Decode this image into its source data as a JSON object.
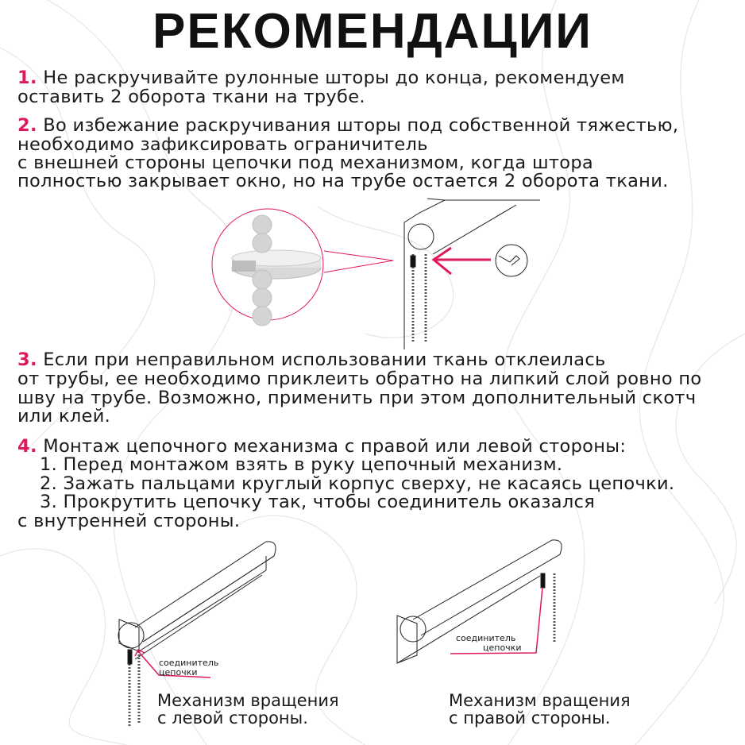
{
  "title": "РЕКОМЕНДАЦИИ",
  "items": [
    {
      "num": "1.",
      "lines": [
        "Не раскручивайте рулонные шторы до конца, рекомендуем",
        "оставить 2 оборота ткани на трубе."
      ]
    },
    {
      "num": "2.",
      "lines": [
        "Во избежание раскручивания шторы под собственной тяжестью,",
        "необходимо зафиксировать ограничитель",
        "с внешней стороны цепочки под механизмом, когда штора",
        "полностью закрывает окно, но на трубе остается 2 оборота ткани."
      ]
    },
    {
      "num": "3.",
      "lines": [
        "Если при неправильном использовании ткань отклеилась",
        "от трубы, ее необходимо приклеить обратно на липкий слой ровно по",
        "шву на трубе. Возможно, применить при этом дополнительный скотч",
        "или клей."
      ]
    },
    {
      "num": "4.",
      "lines": [
        "Монтаж цепочного механизма с правой или левой стороны:",
        "1. Перед монтажом взять в руку цепочный механизм.",
        "2. Зажать пальцами круглый корпус сверху, не касаясь цепочки.",
        "3. Прокрутить цепочку так, чтобы соединитель оказался",
        "с внутренней стороны."
      ]
    }
  ],
  "diagrams": {
    "left": {
      "label_line1": "соединитель",
      "label_line2": "цепочки",
      "caption_line1": "Механизм вращения",
      "caption_line2": "с левой стороны."
    },
    "right": {
      "label_line1": "соединитель",
      "label_line2": "цепочки",
      "caption_line1": "Механизм вращения",
      "caption_line2": "с правой стороны."
    }
  },
  "colors": {
    "accent": "#e0195a",
    "text": "#1a1a1a"
  }
}
